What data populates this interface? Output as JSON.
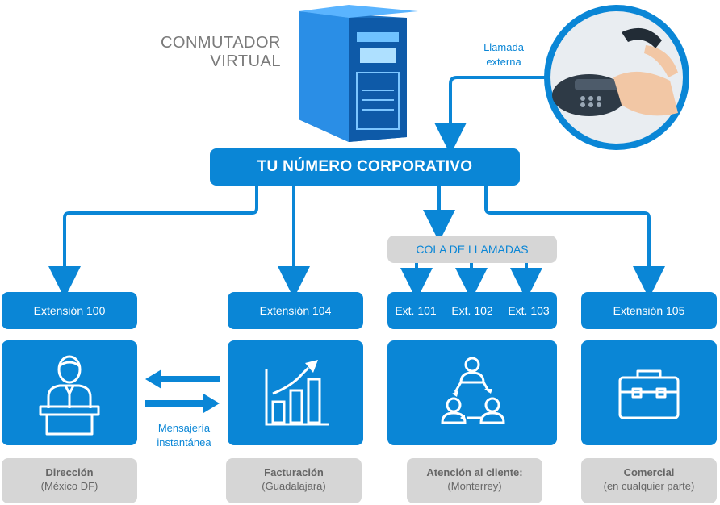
{
  "header": {
    "server_label_line1": "CONMUTADOR",
    "server_label_line2": "VIRTUAL",
    "external_call_line1": "Llamada",
    "external_call_line2": "externa",
    "main_title": "TU NÚMERO CORPORATIVO"
  },
  "queue": {
    "label": "COLA DE LLAMADAS"
  },
  "extensions": {
    "ext100": "Extensión 100",
    "ext104": "Extensión 104",
    "ext101": "Ext. 101",
    "ext102": "Ext. 102",
    "ext103": "Ext. 103",
    "ext105": "Extensión 105"
  },
  "messaging": {
    "line1": "Mensajería",
    "line2": "instantánea"
  },
  "departments": [
    {
      "name": "Dirección",
      "location": "(México DF)",
      "icon": "speaker-podium-icon"
    },
    {
      "name": "Facturación",
      "location": "(Guadalajara)",
      "icon": "growth-chart-icon"
    },
    {
      "name": "Atención al cliente:",
      "location": "(Monterrey)",
      "icon": "customer-cycle-icon"
    },
    {
      "name": "Comercial",
      "location": "(en cualquier parte)",
      "icon": "briefcase-icon"
    }
  ],
  "colors": {
    "primary_blue": "#0a86d6",
    "gray_box": "#d6d6d6",
    "gray_text": "#666666"
  }
}
